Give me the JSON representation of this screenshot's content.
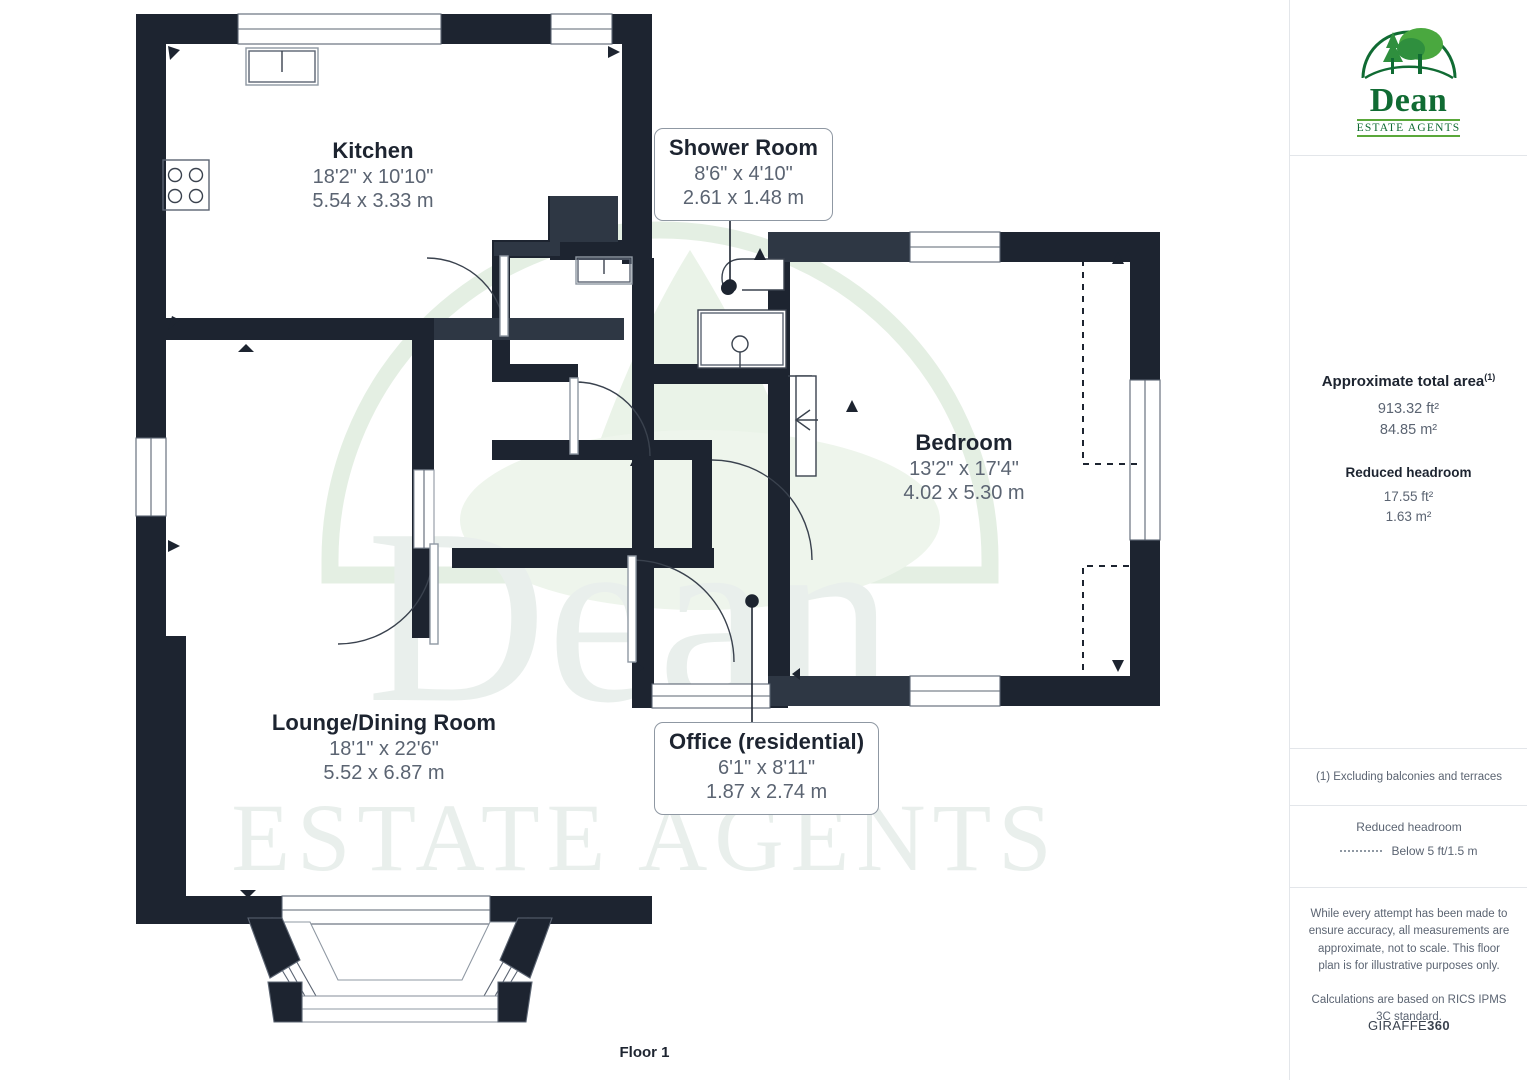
{
  "floor_caption": "Floor 1",
  "colors": {
    "wall": "#1d2430",
    "wall_light": "#2e3744",
    "text_dark": "#1d2430",
    "text_muted": "#5b6472",
    "brand_green": "#106b33",
    "brand_green_light": "#5aa83a",
    "watermark": "#e8efe8"
  },
  "rooms": [
    {
      "key": "kitchen",
      "name": "Kitchen",
      "imperial": "18'2\" x 10'10\"",
      "metric": "5.54 x 3.33 m",
      "boxed": false
    },
    {
      "key": "shower_room",
      "name": "Shower Room",
      "imperial": "8'6\" x 4'10\"",
      "metric": "2.61 x 1.48 m",
      "boxed": true
    },
    {
      "key": "bedroom",
      "name": "Bedroom",
      "imperial": "13'2\" x 17'4\"",
      "metric": "4.02 x 5.30 m",
      "boxed": false
    },
    {
      "key": "lounge_dining",
      "name": "Lounge/Dining Room",
      "imperial": "18'1\" x 22'6\"",
      "metric": "5.52 x 6.87 m",
      "boxed": false
    },
    {
      "key": "office",
      "name": "Office (residential)",
      "imperial": "6'1\" x 8'11\"",
      "metric": "1.87 x 2.74 m",
      "boxed": true
    }
  ],
  "watermark": {
    "word": "Dean",
    "subtitle": "ESTATE AGENTS"
  },
  "sidebar": {
    "logo": {
      "word": "Dean",
      "subtitle": "ESTATE AGENTS",
      "icon": "tree-in-arch-logo"
    },
    "area": {
      "title": "Approximate total area",
      "title_superscript": "(1)",
      "value_sqft": "913.32 ft²",
      "value_sqm": "84.85 m²",
      "reduced_title": "Reduced headroom",
      "reduced_sqft": "17.55 ft²",
      "reduced_sqm": "1.63 m²"
    },
    "footnote": "(1) Excluding balconies and terraces",
    "legend": {
      "title": "Reduced headroom",
      "label": "Below 5 ft/1.5 m"
    },
    "disclaimer_1": "While every attempt has been made to ensure accuracy, all measurements are approximate, not to scale. This floor plan is for illustrative purposes only.",
    "disclaimer_2": "Calculations are based on RICS IPMS 3C standard.",
    "brand_prefix": "GIRAFFE",
    "brand_suffix": "360"
  }
}
